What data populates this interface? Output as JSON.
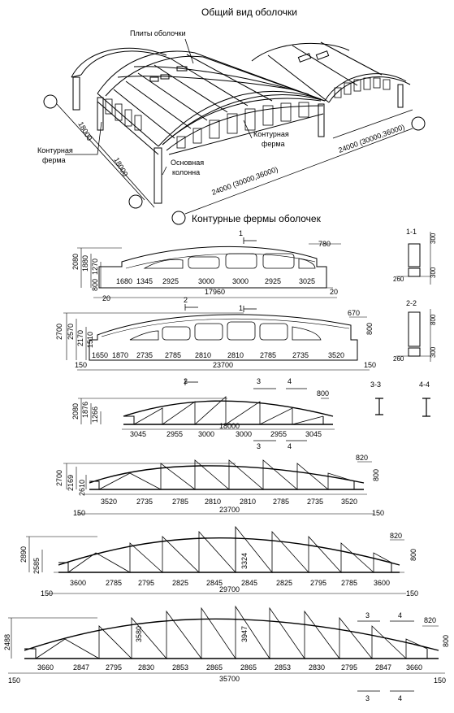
{
  "titles": {
    "overview": "Общий вид оболочки",
    "trusses": "Контурные фермы оболочек"
  },
  "overview_labels": {
    "plates": "Плиты оболочки",
    "truss_right": [
      "Контурная",
      "ферма"
    ],
    "truss_left": [
      "Контурная",
      "ферма"
    ],
    "column": [
      "Основная",
      "колонна"
    ],
    "dim_18000_a": "18000",
    "dim_18000_b": "18000",
    "dim_span_right": "24000 (30000,36000)",
    "dim_span_front": "24000 (30000,36000)"
  },
  "sections": {
    "s11": {
      "label": "1-1",
      "dims": [
        "300",
        "300"
      ],
      "base": "260"
    },
    "s22": {
      "label": "2-2",
      "dims": [
        "800",
        "300"
      ],
      "base": "260"
    },
    "s33": "3-3",
    "s44": "4-4"
  },
  "truss1": {
    "heights": [
      "2080",
      "1880",
      "1270",
      "800"
    ],
    "panels": [
      "1680",
      "1345",
      "2925",
      "3000",
      "3000",
      "2925",
      "3025"
    ],
    "total": "17960",
    "edge": [
      "20",
      "20"
    ],
    "end_dim": "780",
    "marks": [
      "1",
      "1"
    ]
  },
  "truss2": {
    "heights": [
      "2700",
      "2570",
      "2170",
      "1510"
    ],
    "panels": [
      "1650",
      "1870",
      "2735",
      "2785",
      "2810",
      "2810",
      "2785",
      "2735",
      "3520"
    ],
    "total": "23700",
    "edge": [
      "150",
      "150"
    ],
    "end_dims": [
      "670",
      "800"
    ],
    "marks": [
      "2",
      "2"
    ]
  },
  "truss3": {
    "heights": [
      "2080",
      "1876",
      "1266"
    ],
    "panels": [
      "3045",
      "2955",
      "3000",
      "3000",
      "2955",
      "3045"
    ],
    "total": "18000",
    "end_dim": "800",
    "marks_top": [
      "3",
      "4"
    ],
    "marks_bottom": [
      "3",
      "4"
    ]
  },
  "truss4": {
    "heights": [
      "2700",
      "2169",
      "2610"
    ],
    "panels": [
      "3520",
      "2735",
      "2785",
      "2810",
      "2810",
      "2785",
      "2735",
      "3520"
    ],
    "total": "23700",
    "edge": [
      "150",
      "150"
    ],
    "end_dims": [
      "820",
      "800"
    ]
  },
  "truss5": {
    "heights": [
      "2890",
      "2585",
      "3324"
    ],
    "panels": [
      "3600",
      "2785",
      "2795",
      "2825",
      "2845",
      "2845",
      "2825",
      "2795",
      "2785",
      "3600"
    ],
    "total": "29700",
    "edge": [
      "150",
      "150"
    ],
    "end_dims": [
      "820",
      "800"
    ]
  },
  "truss6": {
    "heights": [
      "2488",
      "3580",
      "3947"
    ],
    "panels": [
      "3660",
      "2847",
      "2795",
      "2830",
      "2853",
      "2865",
      "2865",
      "2853",
      "2830",
      "2795",
      "2847",
      "3660"
    ],
    "total": "35700",
    "edge": [
      "150",
      "150"
    ],
    "end_dims": [
      "820",
      "800"
    ],
    "marks_top": [
      "3",
      "4"
    ],
    "marks_bottom": [
      "3",
      "4"
    ]
  }
}
